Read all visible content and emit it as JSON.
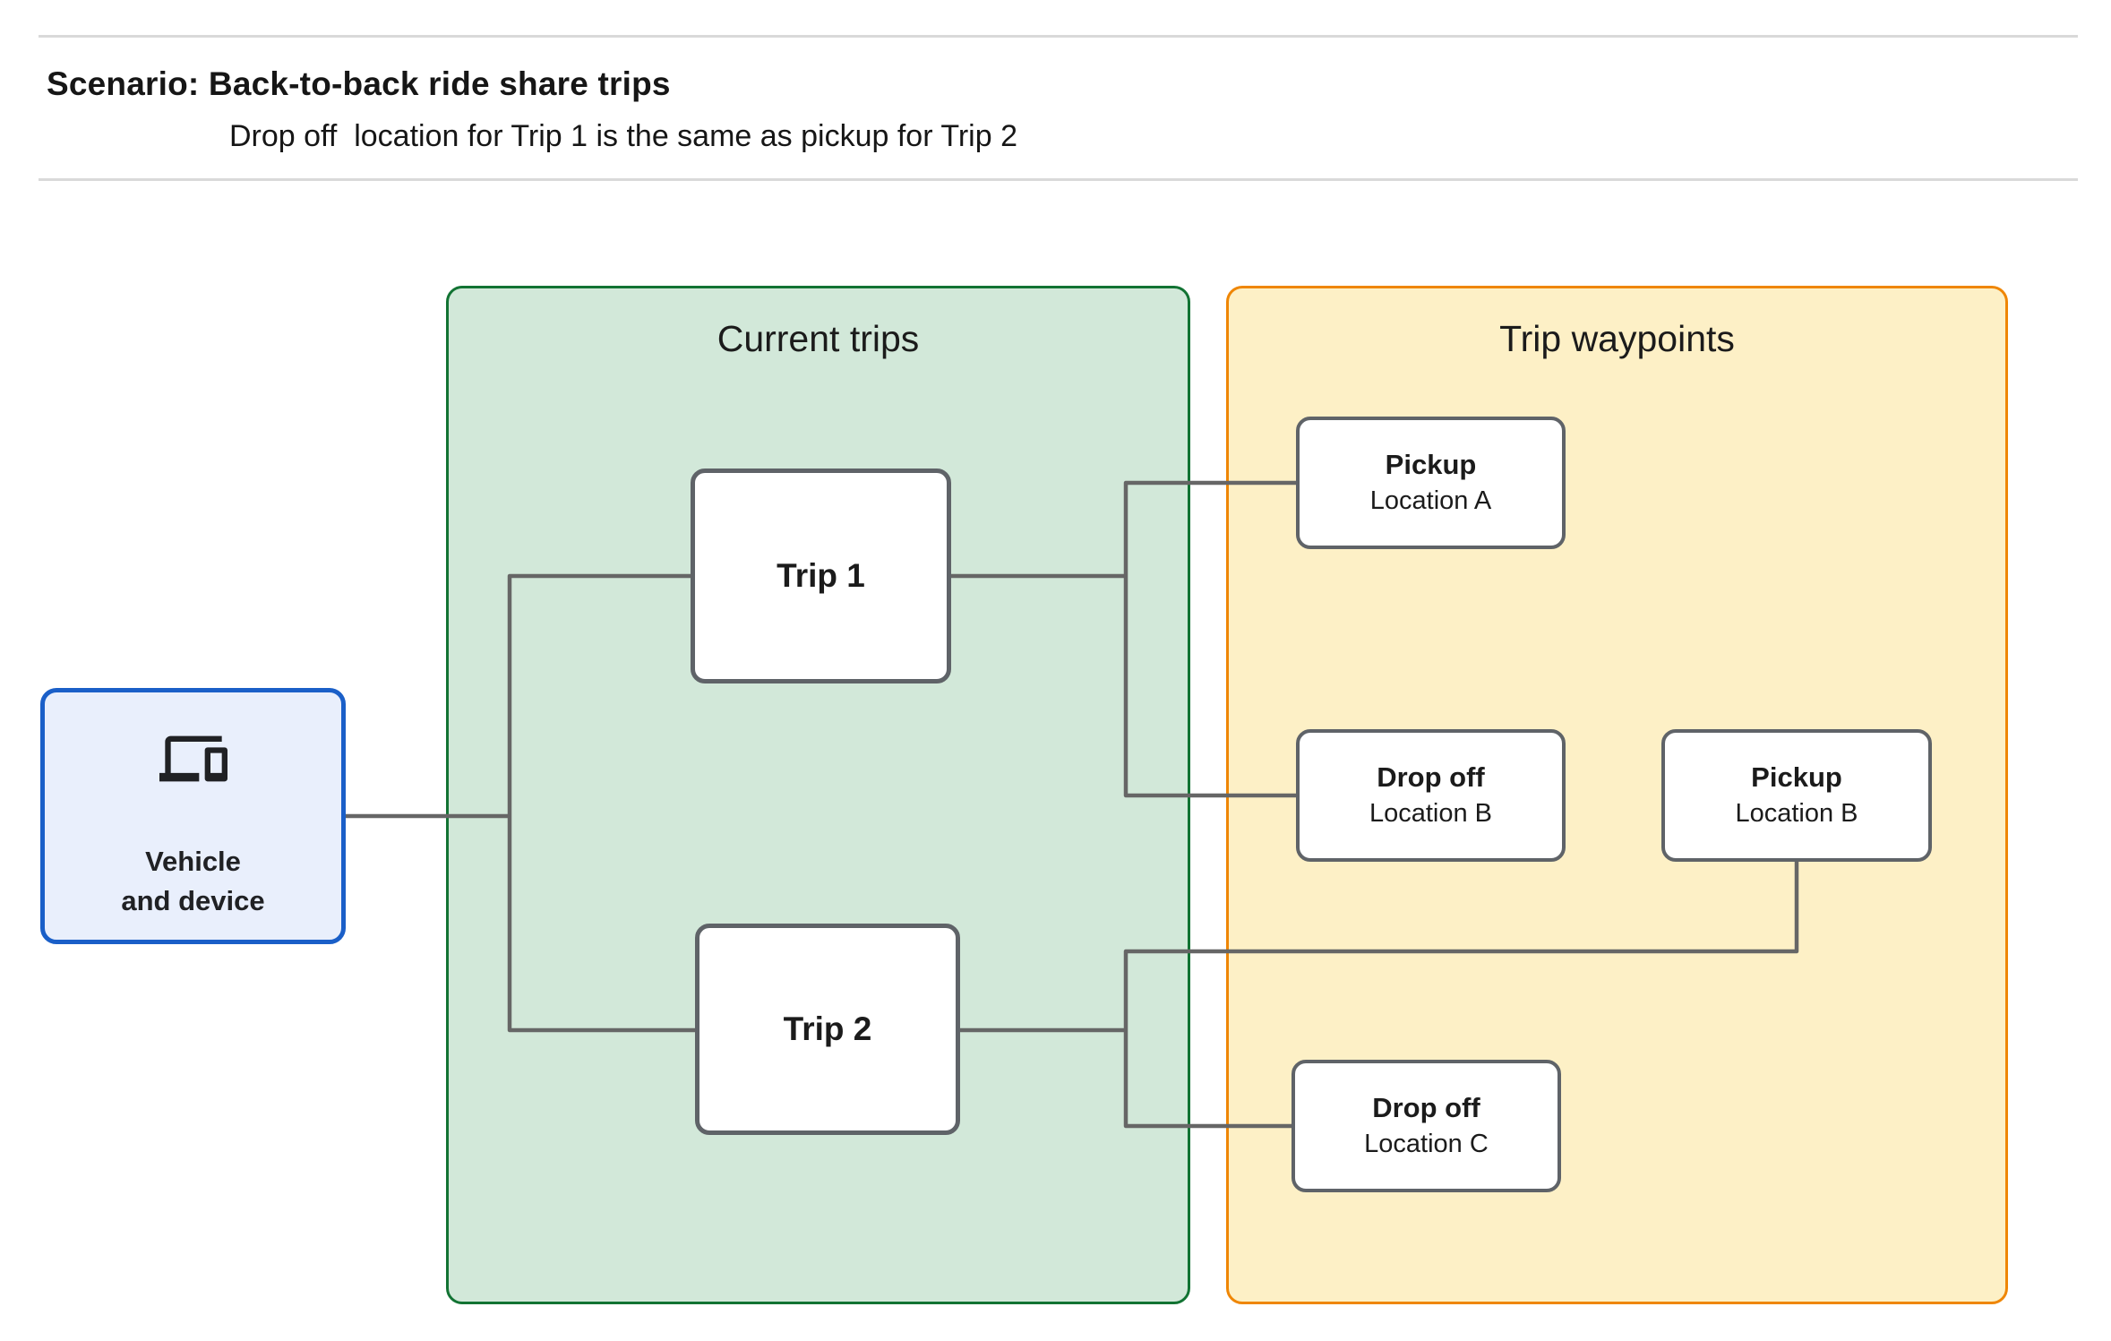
{
  "header": {
    "title": "Scenario: Back-to-back ride share trips",
    "subtitle": "Drop off  location for Trip 1 is the same as pickup for Trip 2"
  },
  "panels": {
    "current_trips": {
      "title": "Current trips"
    },
    "trip_waypoints": {
      "title": "Trip waypoints"
    }
  },
  "vehicle": {
    "line1": "Vehicle",
    "line2": "and device",
    "icon": "devices-icon"
  },
  "trips": [
    {
      "label": "Trip 1"
    },
    {
      "label": "Trip 2"
    }
  ],
  "waypoints": [
    {
      "title": "Pickup",
      "location": "Location A"
    },
    {
      "title": "Drop off",
      "location": "Location B"
    },
    {
      "title": "Pickup",
      "location": "Location B"
    },
    {
      "title": "Drop off",
      "location": "Location C"
    }
  ],
  "colors": {
    "current_trips_fill": "#d2e8d9",
    "current_trips_border": "#127333",
    "trip_waypoints_fill": "#fdf0c6",
    "trip_waypoints_border": "#ef8604",
    "vehicle_fill": "#e9effc",
    "vehicle_border": "#1a5fc8",
    "node_border": "#5f6368",
    "connector": "#666666",
    "divider": "#d9d9d9",
    "text": "#1b1b1b"
  }
}
